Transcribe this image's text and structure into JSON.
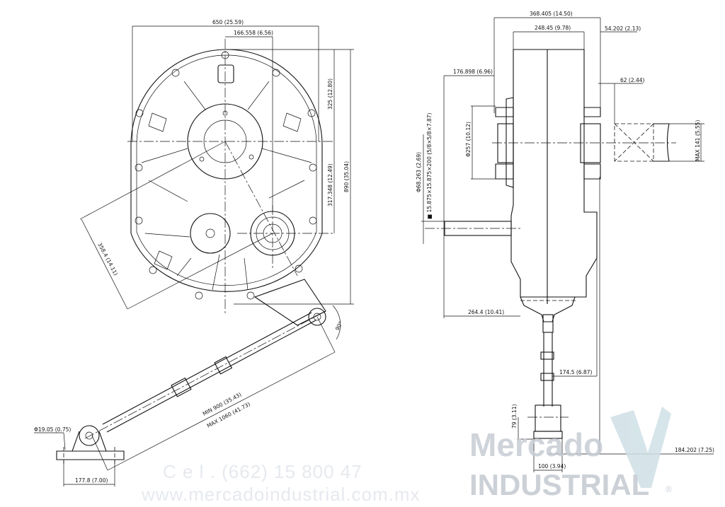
{
  "watermark": {
    "url": "www.mercadoindustrial.com.mx",
    "phone": "C e l . (662) 15 800 47"
  },
  "logo": {
    "line1": "Mercado",
    "line2": "INDUSTRIAL",
    "registered": "®"
  },
  "front_view": {
    "dims": {
      "overall_width": "650 (25.59)",
      "offset_width": "166.558 (6.56)",
      "upper_height": "325 (12.80)",
      "lower_height": "317.348 (12.49)",
      "overall_height": "890 (35.04)",
      "center_distance": "358.4 (14.11)",
      "arm_min": "MIN 900 (35.43)",
      "arm_max": "MAX 1060 (41.73)",
      "angle": "90°",
      "pin_dia": "Φ19.05 (0.75)",
      "foot_spacing": "177.8 (7.00)"
    }
  },
  "side_view": {
    "dims": {
      "overall_depth": "368.405 (14.50)",
      "housing_depth": "248.45 (9.78)",
      "flange_offset": "54.202 (2.13)",
      "left_offset": "176.898 (6.96)",
      "shaft_offset": "62 (2.44)",
      "bore_dia": "Φ257 (10.12)",
      "max_shaft": "MAX 141 (5.55)",
      "input_shaft_dia": "Φ68.263 (2.69)",
      "keyway": "■ 15.875×15.875×200  (5/8×5/8×7.87)",
      "input_offset": "264.4 (10.41)",
      "rod_offset": "174.5 (6.87)",
      "base_height": "79 (3.11)",
      "base_offset": "184.202 (7.25)",
      "base_width": "100 (3.94)"
    }
  }
}
